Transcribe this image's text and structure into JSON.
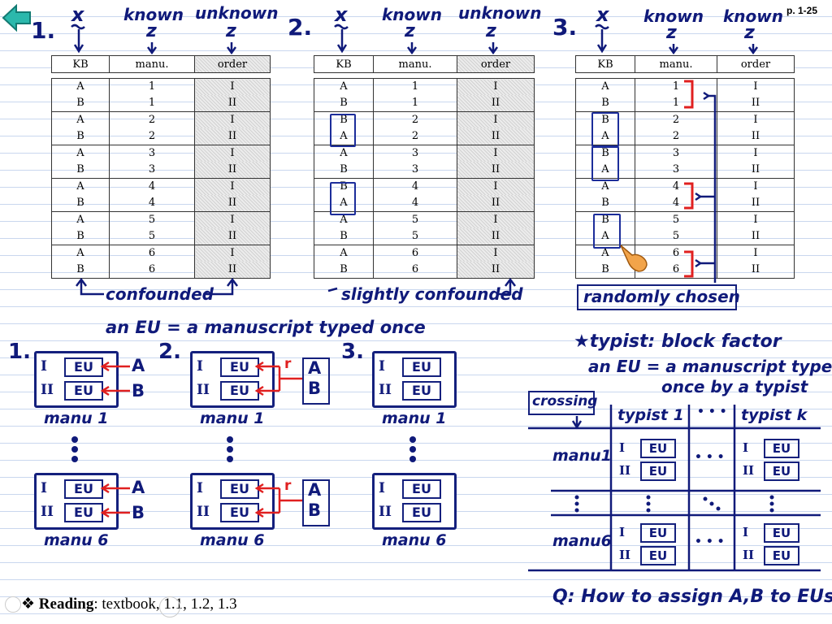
{
  "page_number": "p. 1-25",
  "designs": [
    {
      "number": "1.",
      "x": "x",
      "z_known": "known",
      "z_unknown": "unknown",
      "z1": "z",
      "z2": "z",
      "note": "confounded"
    },
    {
      "number": "2.",
      "x": "x",
      "z_known": "known",
      "z_unknown": "unknown",
      "z1": "z",
      "z2": "z",
      "note": "slightly confounded"
    },
    {
      "number": "3.",
      "x": "x",
      "z_known": "known",
      "z_unknown": "known",
      "z1": "z",
      "z2": "z",
      "note": "randomly chosen"
    }
  ],
  "table_headers": [
    "KB",
    "manu.",
    "order"
  ],
  "tables": [
    [
      [
        "A",
        "1",
        "I"
      ],
      [
        "B",
        "1",
        "II"
      ],
      [
        "A",
        "2",
        "I"
      ],
      [
        "B",
        "2",
        "II"
      ],
      [
        "A",
        "3",
        "I"
      ],
      [
        "B",
        "3",
        "II"
      ],
      [
        "A",
        "4",
        "I"
      ],
      [
        "B",
        "4",
        "II"
      ],
      [
        "A",
        "5",
        "I"
      ],
      [
        "B",
        "5",
        "II"
      ],
      [
        "A",
        "6",
        "I"
      ],
      [
        "B",
        "6",
        "II"
      ]
    ],
    [
      [
        "A",
        "1",
        "I"
      ],
      [
        "B",
        "1",
        "II"
      ],
      [
        "B",
        "2",
        "I"
      ],
      [
        "A",
        "2",
        "II"
      ],
      [
        "A",
        "3",
        "I"
      ],
      [
        "B",
        "3",
        "II"
      ],
      [
        "B",
        "4",
        "I"
      ],
      [
        "A",
        "4",
        "II"
      ],
      [
        "A",
        "5",
        "I"
      ],
      [
        "B",
        "5",
        "II"
      ],
      [
        "A",
        "6",
        "I"
      ],
      [
        "B",
        "6",
        "II"
      ]
    ],
    [
      [
        "A",
        "1",
        "I"
      ],
      [
        "B",
        "1",
        "II"
      ],
      [
        "B",
        "2",
        "I"
      ],
      [
        "A",
        "2",
        "II"
      ],
      [
        "B",
        "3",
        "I"
      ],
      [
        "A",
        "3",
        "II"
      ],
      [
        "A",
        "4",
        "I"
      ],
      [
        "B",
        "4",
        "II"
      ],
      [
        "B",
        "5",
        "I"
      ],
      [
        "A",
        "5",
        "II"
      ],
      [
        "A",
        "6",
        "I"
      ],
      [
        "B",
        "6",
        "II"
      ]
    ]
  ],
  "eu_definition": "an EU = a manuscript typed once",
  "eu_label": "EU",
  "order_labels": [
    "I",
    "II"
  ],
  "treatments": [
    "A",
    "B"
  ],
  "randomize_mark": "r",
  "manu_first": "manu 1",
  "manu_last": "manu 6",
  "diagram_numbers": [
    "1.",
    "2.",
    "3."
  ],
  "typist_title": "★typist: block factor",
  "typist_def_line1": "an EU = a manuscript typed",
  "typist_def_line2": "once by a typist",
  "crossing": "crossing",
  "typist_cols": [
    "typist 1",
    "• • •",
    "typist k"
  ],
  "manu_rows": [
    "manu1",
    "manu6"
  ],
  "dots_h": "• • •",
  "question": "Q: How to assign A,B to EUs?",
  "reading_label": "Reading",
  "reading_text": ": textbook, 1.1, 1.2, 1.3",
  "reading_bullet": "❖",
  "colors": {
    "ink": "#101a7a",
    "red": "#e02020",
    "grid": "#c9d7ee",
    "nav": "#1aa39a"
  },
  "icons": [
    "back-arrow-icon",
    "pointer-hand-icon",
    "nav-prev-icon",
    "nav-next-icon"
  ]
}
